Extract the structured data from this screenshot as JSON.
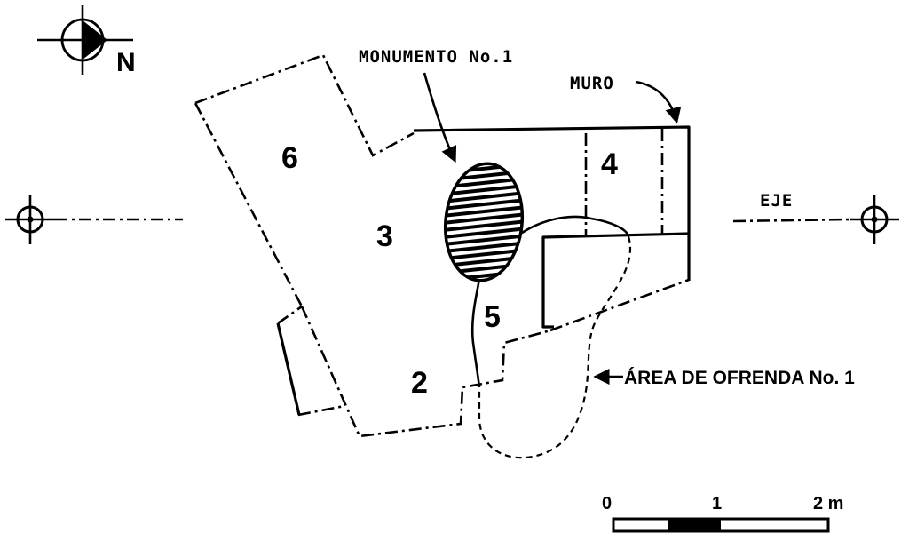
{
  "labels": {
    "north": "N",
    "monument": "MONUMENTO No.1",
    "wall": "MURO",
    "axis": "EJE",
    "offering_area": "ÁREA DE OFRENDA No. 1",
    "unit_2": "2",
    "unit_3": "3",
    "unit_4": "4",
    "unit_5": "5",
    "unit_6": "6"
  },
  "scale_bar": {
    "tick_0": "0",
    "tick_1": "1",
    "tick_2": "2 m"
  },
  "colors": {
    "ink": "#000000",
    "paper": "#ffffff"
  }
}
